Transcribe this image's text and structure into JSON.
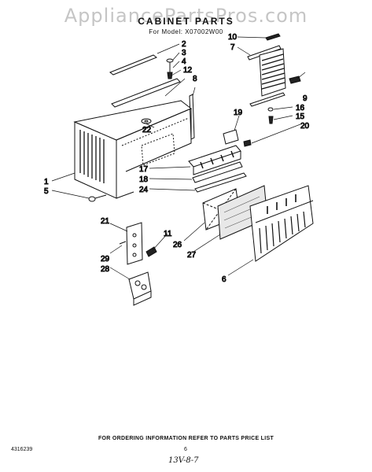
{
  "watermark": "AppliancePartsPros.com",
  "header": {
    "title": "CABINET PARTS",
    "model_line": "For Model: X07002W00"
  },
  "callouts": {
    "c1": "1",
    "c2": "2",
    "c3": "3",
    "c4": "4",
    "c5": "5",
    "c6": "6",
    "c7": "7",
    "c8": "8",
    "c9": "9",
    "c10": "10",
    "c11": "11",
    "c12": "12",
    "c15": "15",
    "c16": "16",
    "c17": "17",
    "c18": "18",
    "c19": "19",
    "c20": "20",
    "c21": "21",
    "c22": "22",
    "c24": "24",
    "c26": "26",
    "c27": "27",
    "c28": "28",
    "c29": "29"
  },
  "footer": {
    "note": "FOR ORDERING INFORMATION REFER TO PARTS PRICE LIST",
    "doc_number": "4316239",
    "page_number": "6",
    "handwritten": "13V-8-7"
  }
}
